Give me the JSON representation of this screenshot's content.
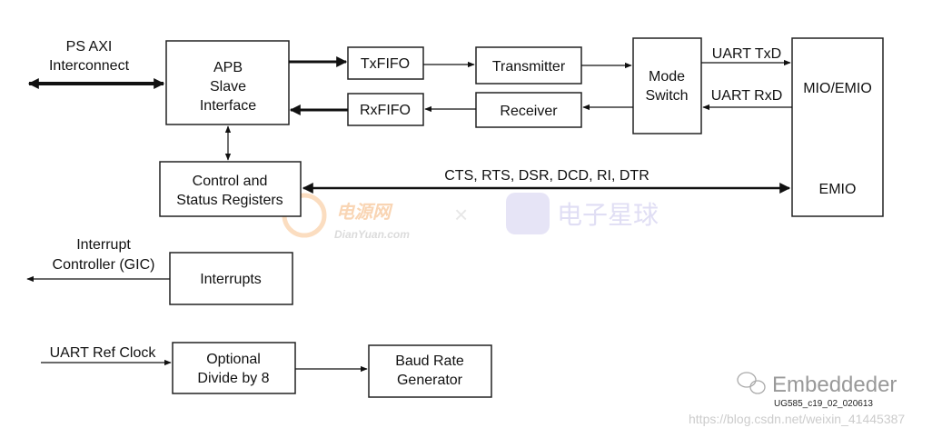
{
  "blocks": {
    "apb": [
      "APB",
      "Slave",
      "Interface"
    ],
    "txfifo": "TxFIFO",
    "rxfifo": "RxFIFO",
    "transmitter": "Transmitter",
    "receiver": "Receiver",
    "mode_switch": [
      "Mode",
      "Switch"
    ],
    "mio_emio": "MIO/EMIO",
    "emio": "EMIO",
    "control_status": [
      "Control and",
      "Status Registers"
    ],
    "interrupts": "Interrupts",
    "divide": [
      "Optional",
      "Divide by 8"
    ],
    "baud": [
      "Baud Rate",
      "Generator"
    ]
  },
  "labels": {
    "ps_axi": [
      "PS AXI",
      "Interconnect"
    ],
    "uart_txd": "UART TxD",
    "uart_rxd": "UART RxD",
    "modem_signals": "CTS, RTS, DSR, DCD, RI, DTR",
    "interrupt_controller": [
      "Interrupt",
      "Controller (GIC)"
    ],
    "uart_ref_clock": "UART Ref Clock",
    "figure_id": "UG585_c19_02_020613"
  },
  "watermarks": {
    "dianyuan_cn": "电源网",
    "dianyuan_en": "DianYuan.com",
    "separator": "×",
    "dianzi": "电子星球",
    "embeddeder": "Embeddeder",
    "csdn_url": "https://blog.csdn.net/weixin_41445387"
  }
}
